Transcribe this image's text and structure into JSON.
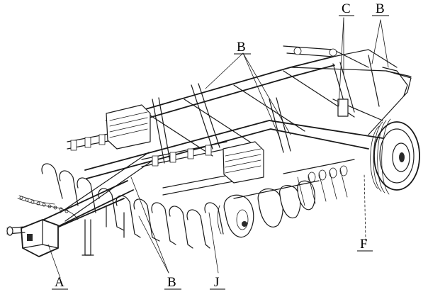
{
  "figure": {
    "background": "#ffffff",
    "line_color": "#1a1a1a",
    "subject": "cultivator-machine-line-drawing"
  },
  "callouts": [
    {
      "id": "label-a",
      "text": "A"
    },
    {
      "id": "label-b-bottom",
      "text": "B"
    },
    {
      "id": "label-j",
      "text": "J"
    },
    {
      "id": "label-f",
      "text": "F"
    },
    {
      "id": "label-b-mid",
      "text": "B"
    },
    {
      "id": "label-c",
      "text": "C"
    },
    {
      "id": "label-b-top",
      "text": "B"
    }
  ]
}
